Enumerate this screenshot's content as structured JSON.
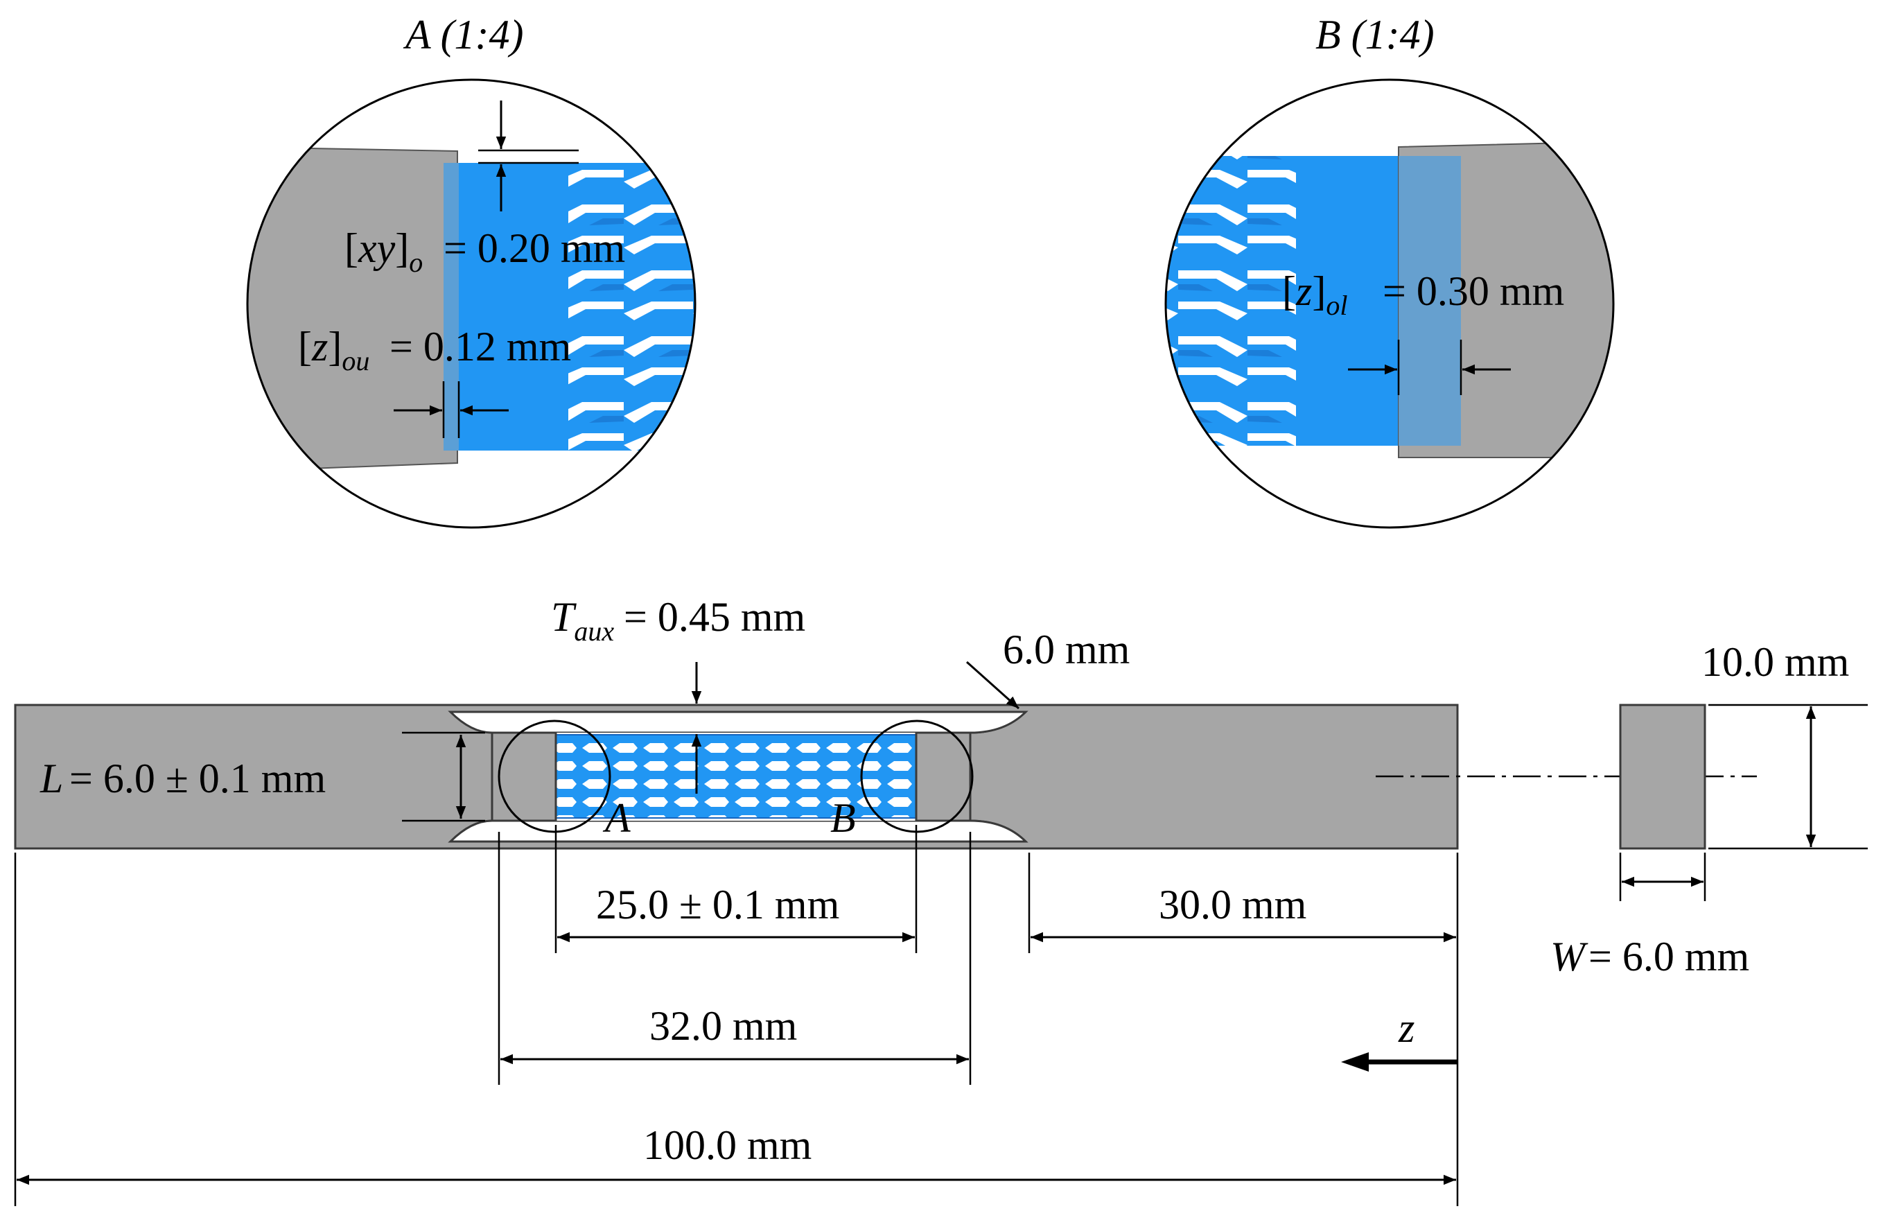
{
  "colors": {
    "gray": "#a6a6a6",
    "gray_dark": "#8c8c8c",
    "blue": "#2196f3",
    "blue_overlap": "#5b9fd6",
    "line": "#000000"
  },
  "detail_a": {
    "title": "A (1:4)",
    "xy_o": "= 0.20 mm",
    "z_ou": "= 0.12 mm"
  },
  "detail_b": {
    "title": "B (1:4)",
    "z_ol": "= 0.30 mm"
  },
  "specimen": {
    "t_aux": "= 0.45 mm",
    "radius": "6.0 mm",
    "gauge_l": "= 6.0 ± 0.1 mm",
    "marker_a": "A",
    "marker_b": "B",
    "len_25": "25.0 ± 0.1 mm",
    "len_32": "32.0 mm",
    "len_30": "30.0 mm",
    "len_100": "100.0 mm",
    "axis_z": "z"
  },
  "cross_section": {
    "height": "10.0 mm",
    "width": "= 6.0 mm"
  }
}
